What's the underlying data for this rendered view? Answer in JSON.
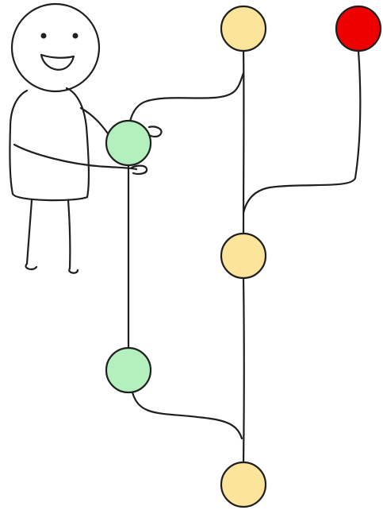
{
  "colors": {
    "main_commit": "#FCE49A",
    "feature_commit": "#B4EFBE",
    "remote_commit": "#EE0000",
    "ink": "#1f1f1f",
    "figure_fill": "#ffffff"
  },
  "diagram": {
    "description_visible_text": "",
    "nodes": [
      {
        "id": "main-commit-top",
        "branch": "main",
        "color_key": "main_commit"
      },
      {
        "id": "remote-commit",
        "branch": "remote",
        "color_key": "remote_commit"
      },
      {
        "id": "feature-commit-held",
        "branch": "feature",
        "color_key": "feature_commit"
      },
      {
        "id": "main-commit-middle",
        "branch": "main",
        "color_key": "main_commit"
      },
      {
        "id": "feature-commit-lower",
        "branch": "feature",
        "color_key": "feature_commit"
      },
      {
        "id": "main-commit-bottom",
        "branch": "main",
        "color_key": "main_commit"
      }
    ],
    "edges": [
      {
        "from": "main-commit-top",
        "to": "feature-commit-held"
      },
      {
        "from": "main-commit-top",
        "to": "main-commit-middle"
      },
      {
        "from": "remote-commit",
        "to": "main-commit-middle"
      },
      {
        "from": "feature-commit-held",
        "to": "feature-commit-lower"
      },
      {
        "from": "main-commit-middle",
        "to": "main-commit-bottom"
      },
      {
        "from": "feature-commit-lower",
        "to": "main-commit-bottom"
      }
    ],
    "figure": {
      "icon": "stick-figure-smiling",
      "action": "holding-commit"
    }
  }
}
